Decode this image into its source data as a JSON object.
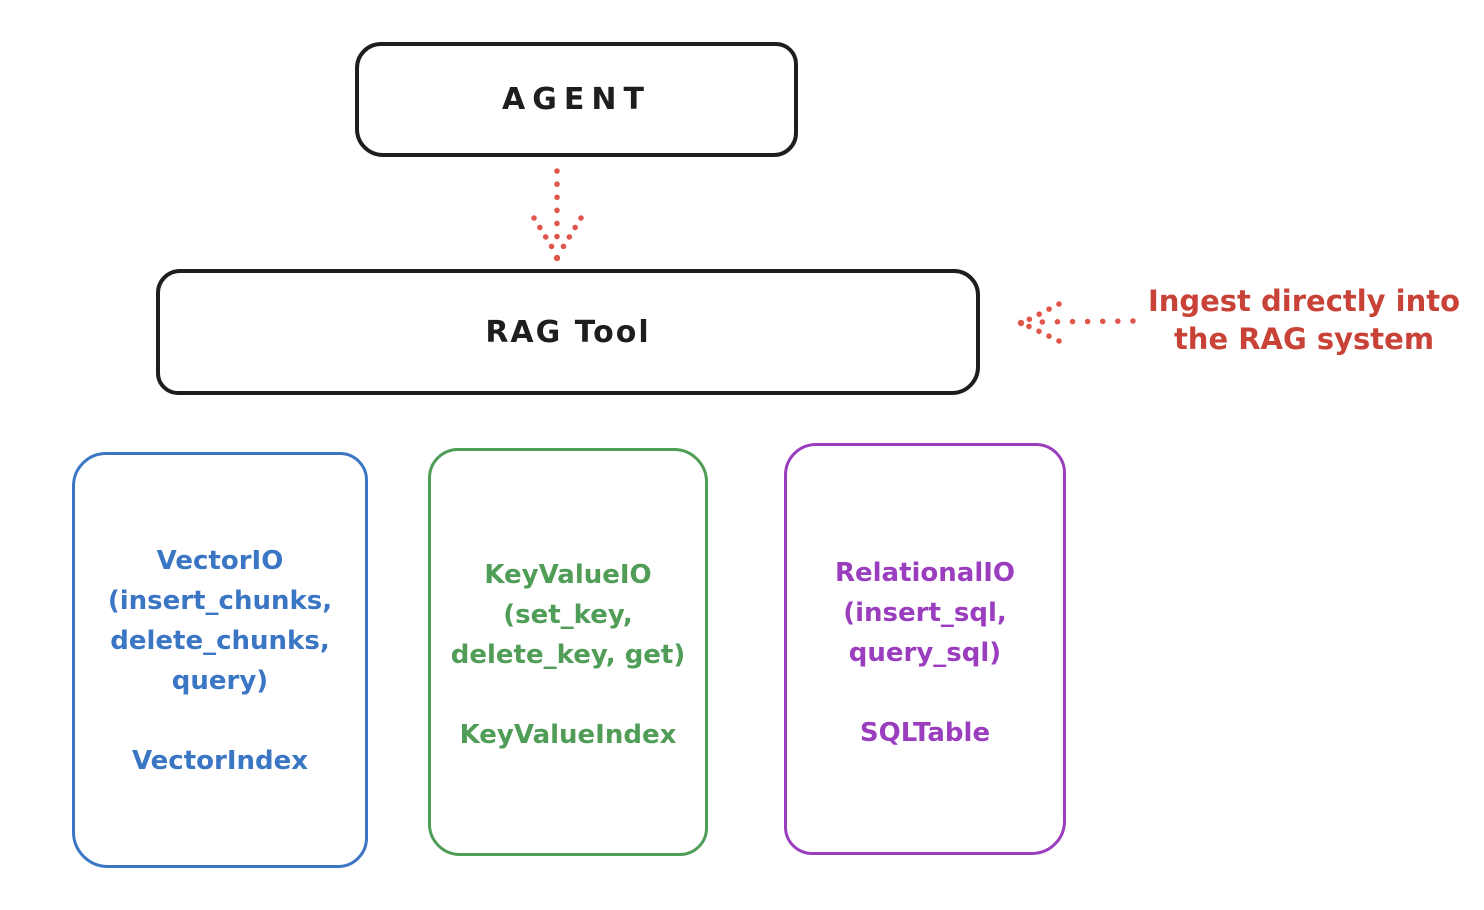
{
  "diagram": {
    "agent": {
      "label": "AGENT",
      "border_color": "#1e1e1e"
    },
    "rag_tool": {
      "label": "RAG Tool",
      "border_color": "#1e1e1e"
    },
    "annotation": {
      "line1": "Ingest directly into",
      "line2": "the RAG system",
      "color": "#c94237"
    },
    "arrows": {
      "agent_to_rag": "dotted-down-arrow",
      "ingest_into_rag": "dotted-left-arrow",
      "color": "#e0564a"
    },
    "stores": {
      "vector": {
        "color": "#3b76c4",
        "lines": [
          "VectorIO",
          "(insert_chunks,",
          "delete_chunks,",
          "query)"
        ],
        "footer": "VectorIndex"
      },
      "keyvalue": {
        "color": "#4f9d57",
        "lines": [
          "KeyValueIO",
          "(set_key,",
          "delete_key, get)"
        ],
        "footer": "KeyValueIndex"
      },
      "relational": {
        "color": "#9a3dbe",
        "lines": [
          "RelationalIO",
          "(insert_sql,",
          "query_sql)"
        ],
        "footer": "SQLTable"
      }
    }
  }
}
